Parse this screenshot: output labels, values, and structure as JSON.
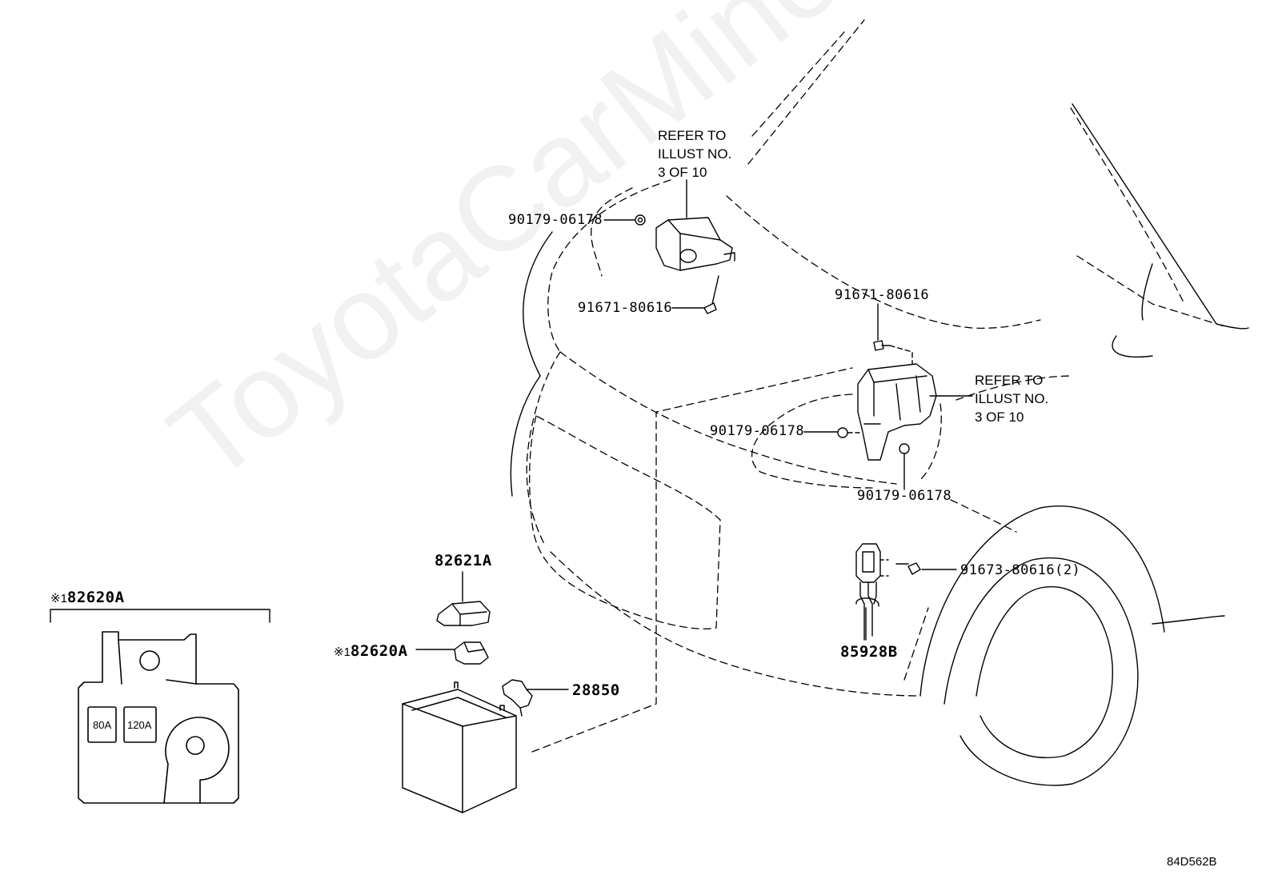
{
  "labels": {
    "p1": "90179-06178",
    "p2": "91671-80616",
    "p3": "91671-80616",
    "p4": "90179-06178",
    "p5": "90179-06178",
    "p6": "91673-80616(2)",
    "p7": "82621A",
    "p8": "82620A",
    "p9": "28850",
    "p10": "85928B",
    "p11": "82620A"
  },
  "marks": {
    "mark_inset": "※1",
    "mark_clip": "※1"
  },
  "notes": {
    "refer_top": [
      "REFER TO",
      "ILLUST NO.",
      "3 OF 10"
    ],
    "refer_right": [
      "REFER TO",
      "ILLUST NO.",
      "3 OF 10"
    ]
  },
  "fuses": {
    "fuse1": "80A",
    "fuse2": "120A"
  },
  "drawing_ref": "84D562B",
  "watermark": "ToyotaCarMine.ru",
  "colors": {
    "line": "#000000",
    "background": "#ffffff"
  }
}
